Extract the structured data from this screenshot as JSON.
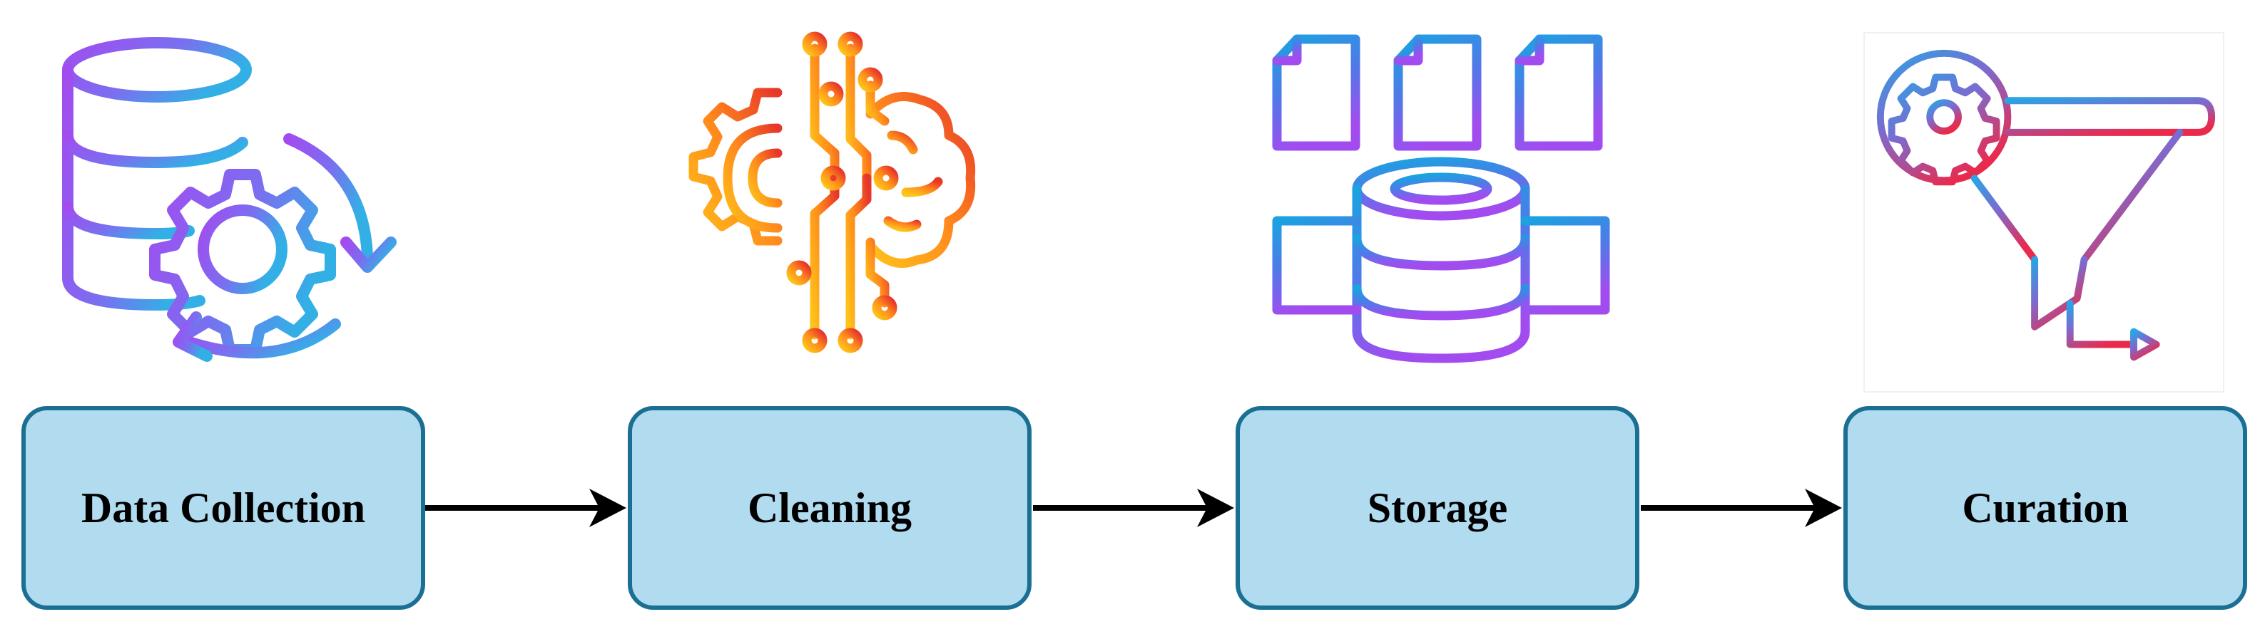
{
  "diagram": {
    "stages": [
      {
        "label": "Data Collection",
        "icon": "database-gear-sync-icon"
      },
      {
        "label": "Cleaning",
        "icon": "brain-circuit-icon"
      },
      {
        "label": "Storage",
        "icon": "database-documents-icon"
      },
      {
        "label": "Curation",
        "icon": "funnel-gear-icon"
      }
    ],
    "colors": {
      "box_fill": "#b1dbef",
      "box_border": "#1b6f93",
      "arrow": "#000000",
      "text": "#000000"
    }
  }
}
